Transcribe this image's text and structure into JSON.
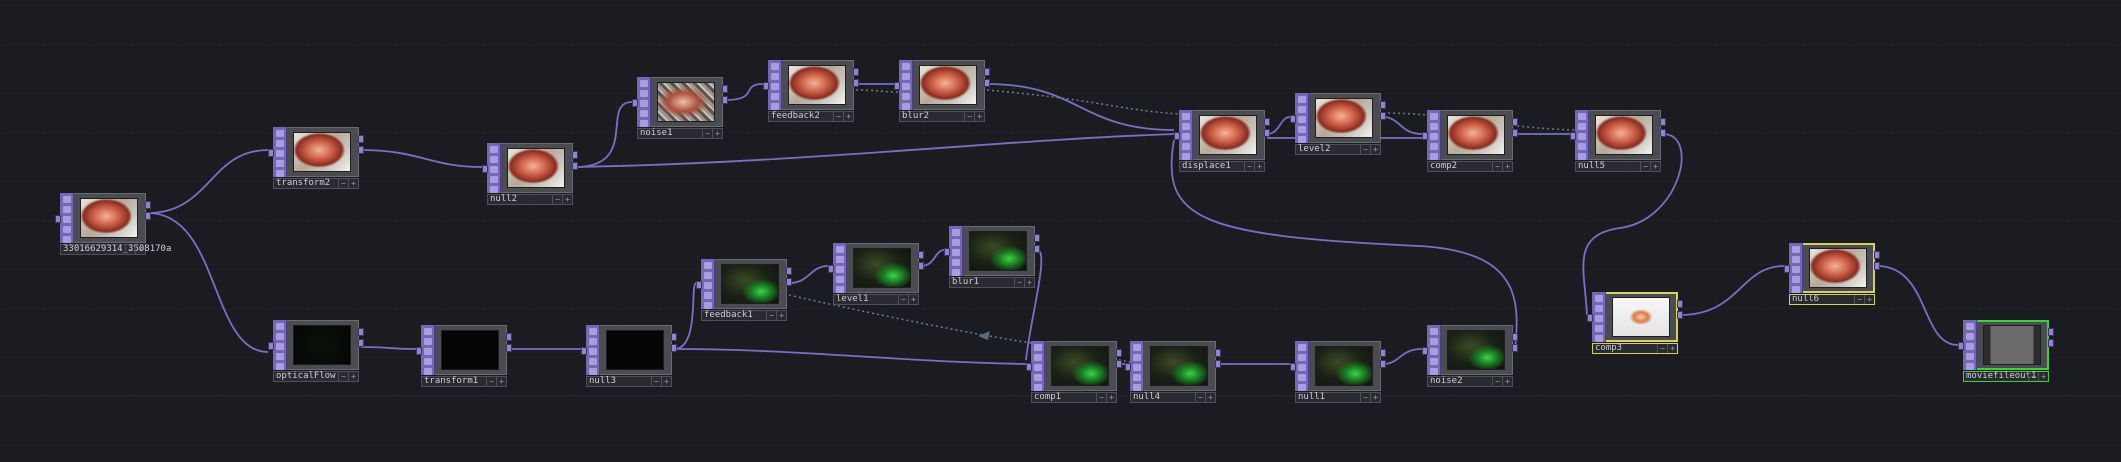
{
  "nodes": [
    {
      "id": "movie",
      "label": "33016629314_3508170a",
      "thumb": "movie"
    },
    {
      "id": "transform2",
      "label": "transform2",
      "thumb": "movie"
    },
    {
      "id": "null2",
      "label": "null2",
      "thumb": "movie"
    },
    {
      "id": "noise1",
      "label": "noise1",
      "thumb": "noise"
    },
    {
      "id": "feedback2",
      "label": "feedback2",
      "thumb": "movie"
    },
    {
      "id": "blur2",
      "label": "blur2",
      "thumb": "movie"
    },
    {
      "id": "displace1",
      "label": "displace1",
      "thumb": "movie"
    },
    {
      "id": "level2",
      "label": "level2",
      "thumb": "movie"
    },
    {
      "id": "comp2",
      "label": "comp2",
      "thumb": "movie"
    },
    {
      "id": "null5",
      "label": "null5",
      "thumb": "movie"
    },
    {
      "id": "opticalflow",
      "label": "opticalFlow",
      "thumb": "flow"
    },
    {
      "id": "transform1",
      "label": "transform1",
      "thumb": "dark"
    },
    {
      "id": "null3",
      "label": "null3",
      "thumb": "dark"
    },
    {
      "id": "feedback1",
      "label": "feedback1",
      "thumb": "green"
    },
    {
      "id": "level1",
      "label": "level1",
      "thumb": "green"
    },
    {
      "id": "blur1",
      "label": "blur1",
      "thumb": "green"
    },
    {
      "id": "comp1",
      "label": "comp1",
      "thumb": "green"
    },
    {
      "id": "null4",
      "label": "null4",
      "thumb": "green"
    },
    {
      "id": "null1",
      "label": "null1",
      "thumb": "green"
    },
    {
      "id": "noise2",
      "label": "noise2",
      "thumb": "green"
    },
    {
      "id": "comp3",
      "label": "comp3",
      "thumb": "comp3",
      "selected": "yellow"
    },
    {
      "id": "null6",
      "label": "null6",
      "thumb": "movie",
      "selected": "yellow"
    },
    {
      "id": "moviefileout1",
      "label": "moviefileout1",
      "thumb": "movieout",
      "selected": "green"
    }
  ],
  "wire_color": "#7b6fc4",
  "dotted_color": "#6f7f8a"
}
